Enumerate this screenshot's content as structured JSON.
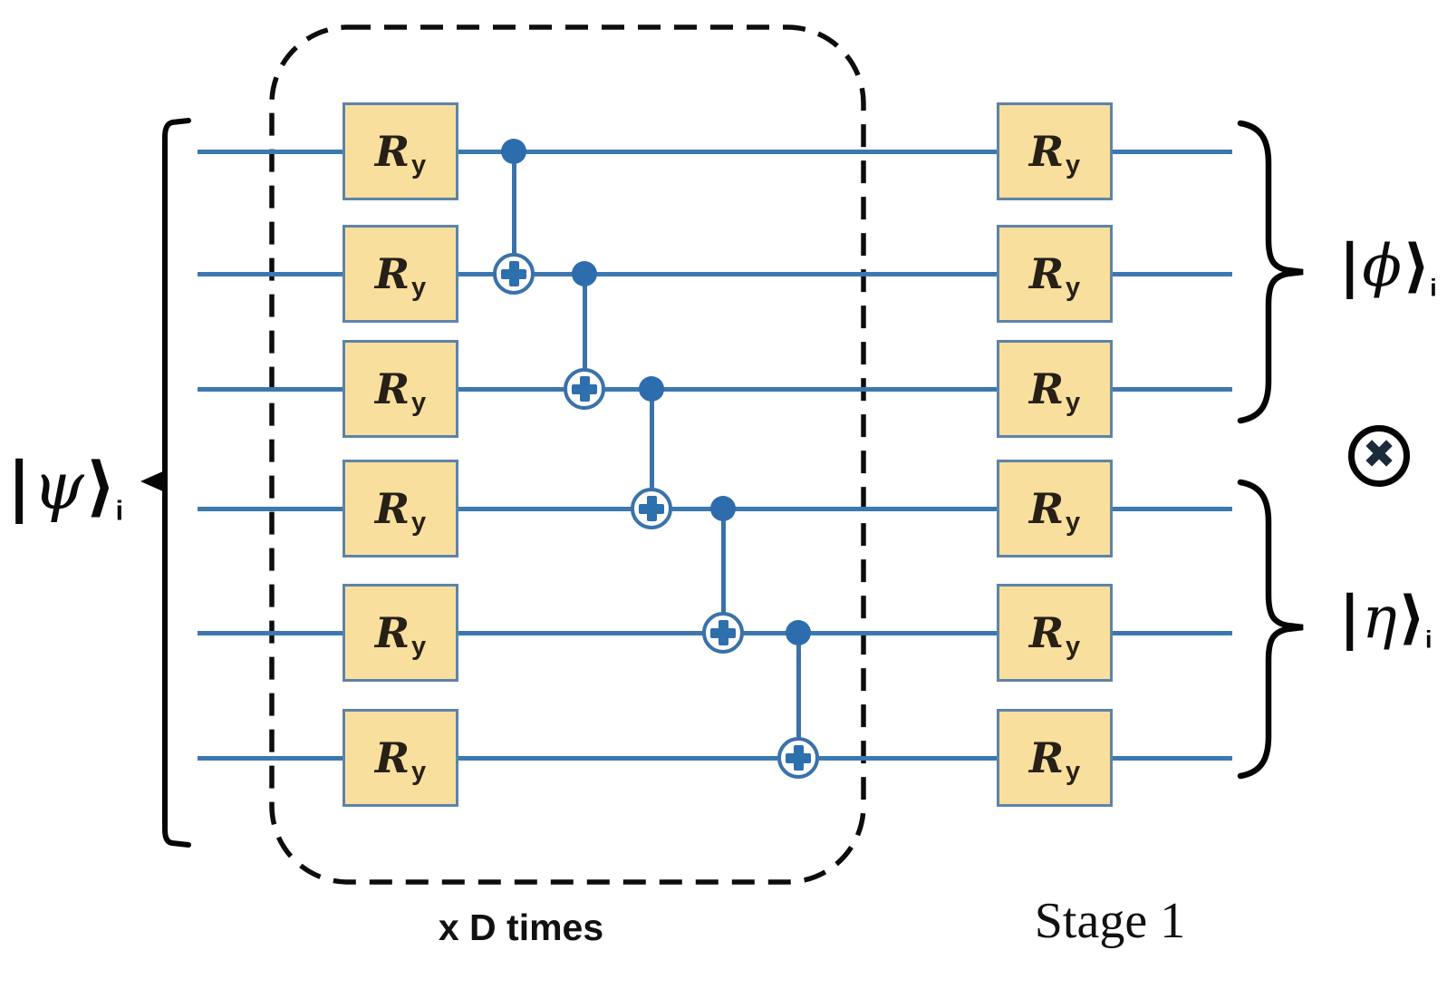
{
  "circuit": {
    "qubit_count": 6,
    "input_label": {
      "pre": "|",
      "letter": "ψ",
      "post": "⟩",
      "sub": "i"
    },
    "output_top_label": {
      "pre": "|",
      "letter": "ϕ",
      "post": "⟩",
      "sub": "i"
    },
    "output_bottom_label": {
      "pre": "|",
      "letter": "η",
      "post": "⟩",
      "sub": "i"
    },
    "tensor_symbol": "✖",
    "repeat_box_label": "x D times",
    "stage_label": "Stage 1",
    "gate_label": {
      "main": "R",
      "sub": "y"
    },
    "entangling_layer": {
      "description": "column of Ry rotations on all 6 qubits followed by a CNOT ladder, repeated D times",
      "ry_gates": 6,
      "cnot_pairs": [
        [
          1,
          2
        ],
        [
          2,
          3
        ],
        [
          3,
          4
        ],
        [
          4,
          5
        ],
        [
          5,
          6
        ]
      ]
    },
    "stage1_layer": {
      "description": "final column of Ry rotations on all 6 qubits",
      "ry_gates": 6
    },
    "output_partition": {
      "top_qubits": [
        1,
        2,
        3
      ],
      "bottom_qubits": [
        4,
        5,
        6
      ]
    },
    "colors": {
      "wire": "#3c78b0",
      "gate_fill": "#f9df9d",
      "gate_border": "#5e83a9",
      "cnot_blue": "#2e6fad",
      "outline_black": "#0d0d0d"
    }
  }
}
